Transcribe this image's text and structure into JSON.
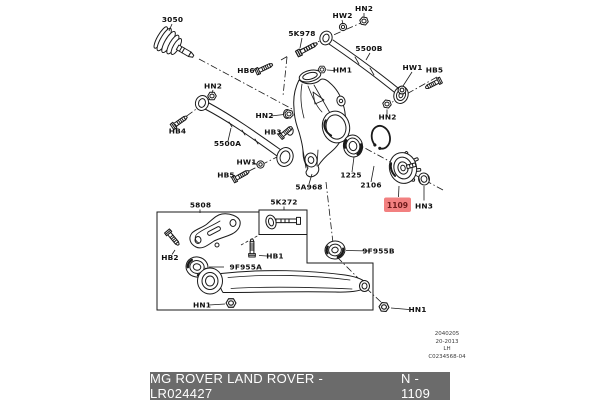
{
  "diagram": {
    "part_labels": {
      "p3050": "3050",
      "p5k978": "5K978",
      "hw2": "HW2",
      "hn2": "HN2",
      "p5500b": "5500B",
      "hb6": "HB6",
      "hm1": "HM1",
      "hb4": "HB4",
      "p5500a": "5500A",
      "hb3": "HB3",
      "hw1": "HW1",
      "hb5": "HB5",
      "p5a968": "5A968",
      "p1225": "1225",
      "p2106": "2106",
      "p1109": "1109",
      "hn3": "HN3",
      "p5808": "5808",
      "p5k272": "5K272",
      "hb2": "HB2",
      "p9f955a": "9F955A",
      "hb1": "HB1",
      "p9f955b": "9F955B",
      "hn1": "HN1"
    },
    "highlight": {
      "part": "1109",
      "bg": "#f28080",
      "text_color": "#6f1b1b"
    },
    "colors": {
      "line": "#1a1a1a",
      "footer_bg": "#6b6b6b",
      "footer_text": "#ffffff"
    }
  },
  "stamp": {
    "lines": [
      "2040205",
      "20-2013",
      "LH",
      "C0234568-04"
    ]
  },
  "footer": {
    "brand_part": "MG ROVER LAND ROVER - LR024427",
    "ref": "N - 1109"
  }
}
